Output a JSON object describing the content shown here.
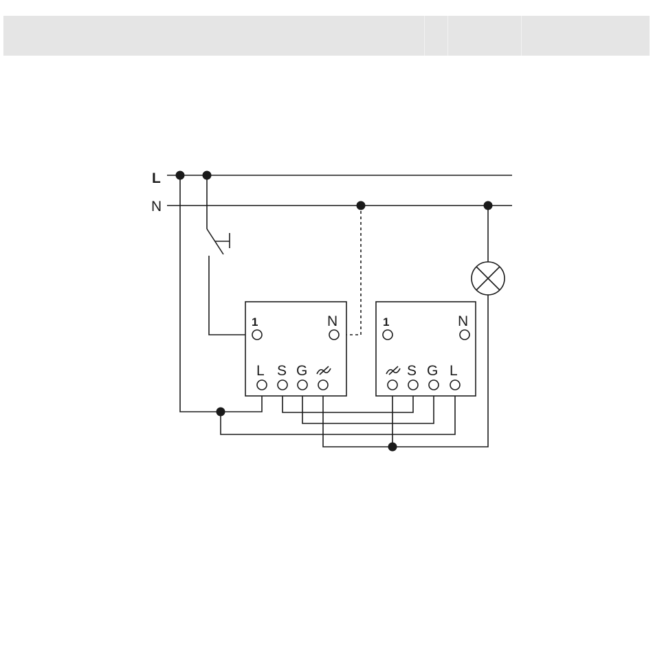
{
  "rails": {
    "line": "L",
    "neutral": "N"
  },
  "device_left": {
    "terminal_1": "1",
    "terminal_n": "N",
    "terminal_l": "L",
    "terminal_s": "S",
    "terminal_g": "G",
    "terminal_load_icon": "load-wave-icon"
  },
  "device_right": {
    "terminal_1": "1",
    "terminal_n": "N",
    "terminal_load_icon": "load-wave-icon",
    "terminal_s": "S",
    "terminal_g": "G",
    "terminal_l": "L"
  },
  "icons": {
    "push_button": "push-button-icon",
    "lamp": "lamp-icon"
  },
  "colors": {
    "ink": "#1a1a1a",
    "header": "#e5e5e5"
  }
}
